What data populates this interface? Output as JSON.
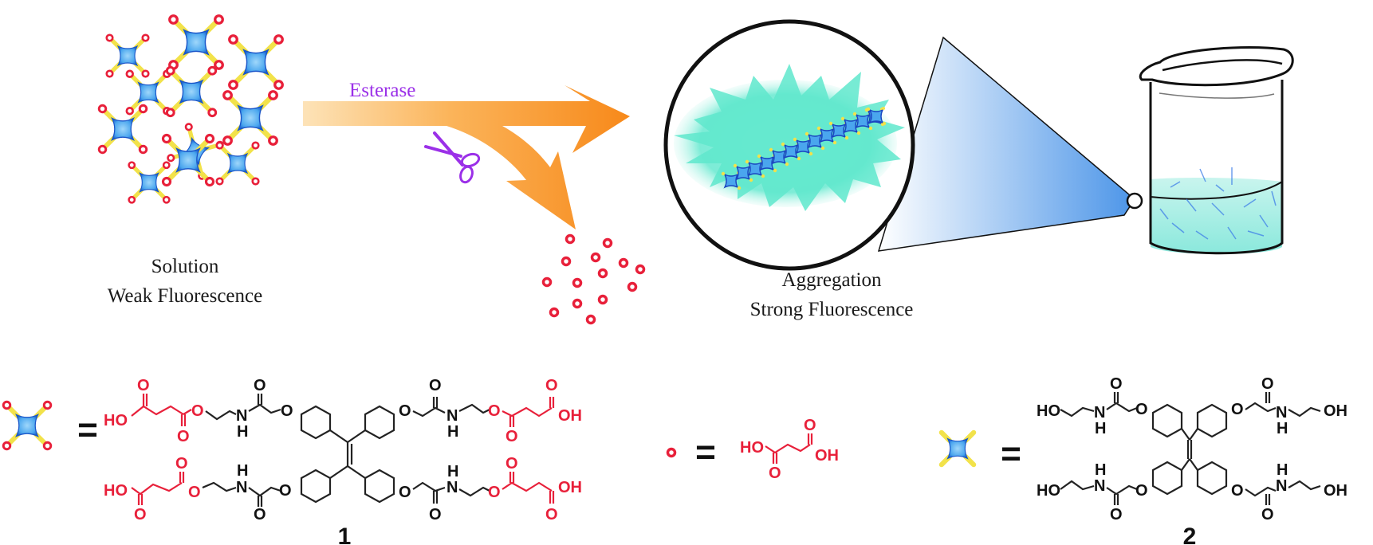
{
  "title": "Esterase-triggered aggregation-induced emission scheme",
  "labels": {
    "enzyme": "Esterase",
    "left_state_line1": "Solution",
    "left_state_line2": "Weak Fluorescence",
    "right_state_line1": "Aggregation",
    "right_state_line2": "Strong Fluorescence"
  },
  "legend": {
    "equals": "=",
    "compound1_number": "1",
    "compound2_number": "2",
    "groups": {
      "HO": "HO",
      "OH": "OH",
      "O": "O",
      "N": "N",
      "H": "H"
    }
  },
  "icons": {
    "molecule": "blue-tetra-star-icon",
    "cleaved_unit": "red-circle-icon",
    "scissors": "scissors-icon",
    "beaker": "beaker-icon",
    "magnifier": "magnifier-circle-icon"
  },
  "colors": {
    "molecule_blue": "#4aa6ee",
    "linker_yellow": "#f2e24a",
    "acid_red": "#e8203a",
    "arrow_orange": "#f7941d",
    "enzyme_purple": "#9b30e8",
    "glow_cyan": "#5fe8cc",
    "bond_black": "#222222"
  }
}
